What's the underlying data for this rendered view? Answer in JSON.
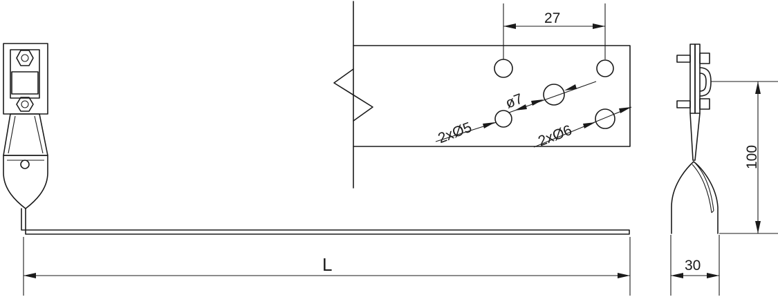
{
  "dimensions": {
    "hole_spacing": "27",
    "hole_dia_center": "ø7",
    "hole_dia_small": "2xØ5",
    "hole_dia_medium": "2xØ6",
    "length": "L",
    "height": "100",
    "width": "30"
  }
}
